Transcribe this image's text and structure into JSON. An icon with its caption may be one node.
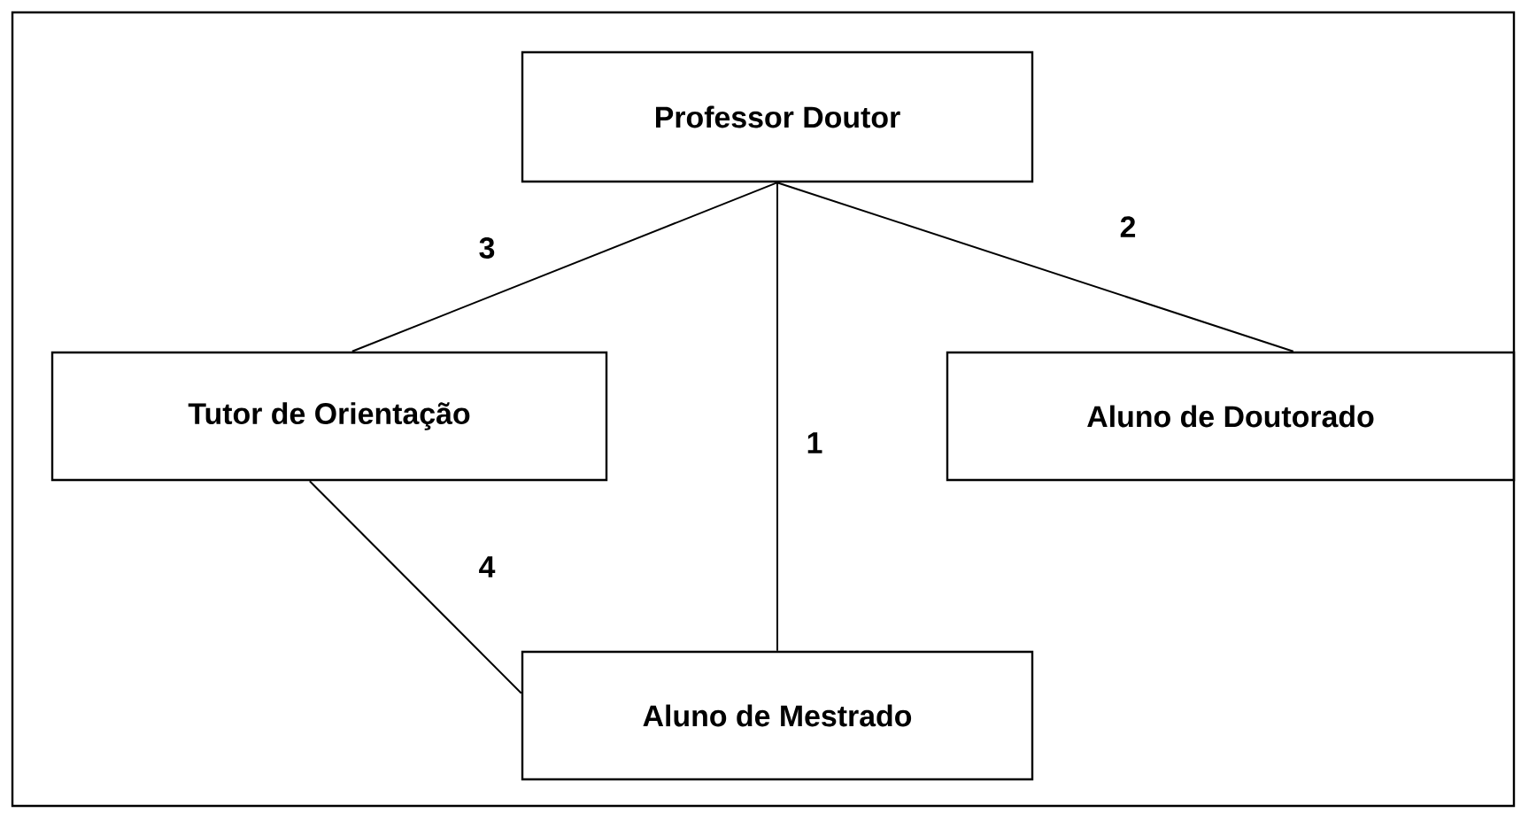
{
  "diagram": {
    "nodes": [
      {
        "text": [
          "Professor Doutor"
        ]
      },
      {
        "text": [
          "Tutor de Orientação"
        ]
      },
      {
        "text": [
          "Aluno de Doutorado"
        ]
      },
      {
        "text": [
          "Aluno de Mestrado"
        ]
      }
    ],
    "edges": [
      {
        "from": 0,
        "to": 3,
        "arrow": "none",
        "label": "1"
      },
      {
        "from": 0,
        "to": 2,
        "arrow": "none",
        "label": "2"
      },
      {
        "from": 0,
        "to": 1,
        "arrow": "none",
        "label": "3"
      },
      {
        "from": 1,
        "to": 3,
        "arrow": "none",
        "label": "4"
      }
    ]
  }
}
